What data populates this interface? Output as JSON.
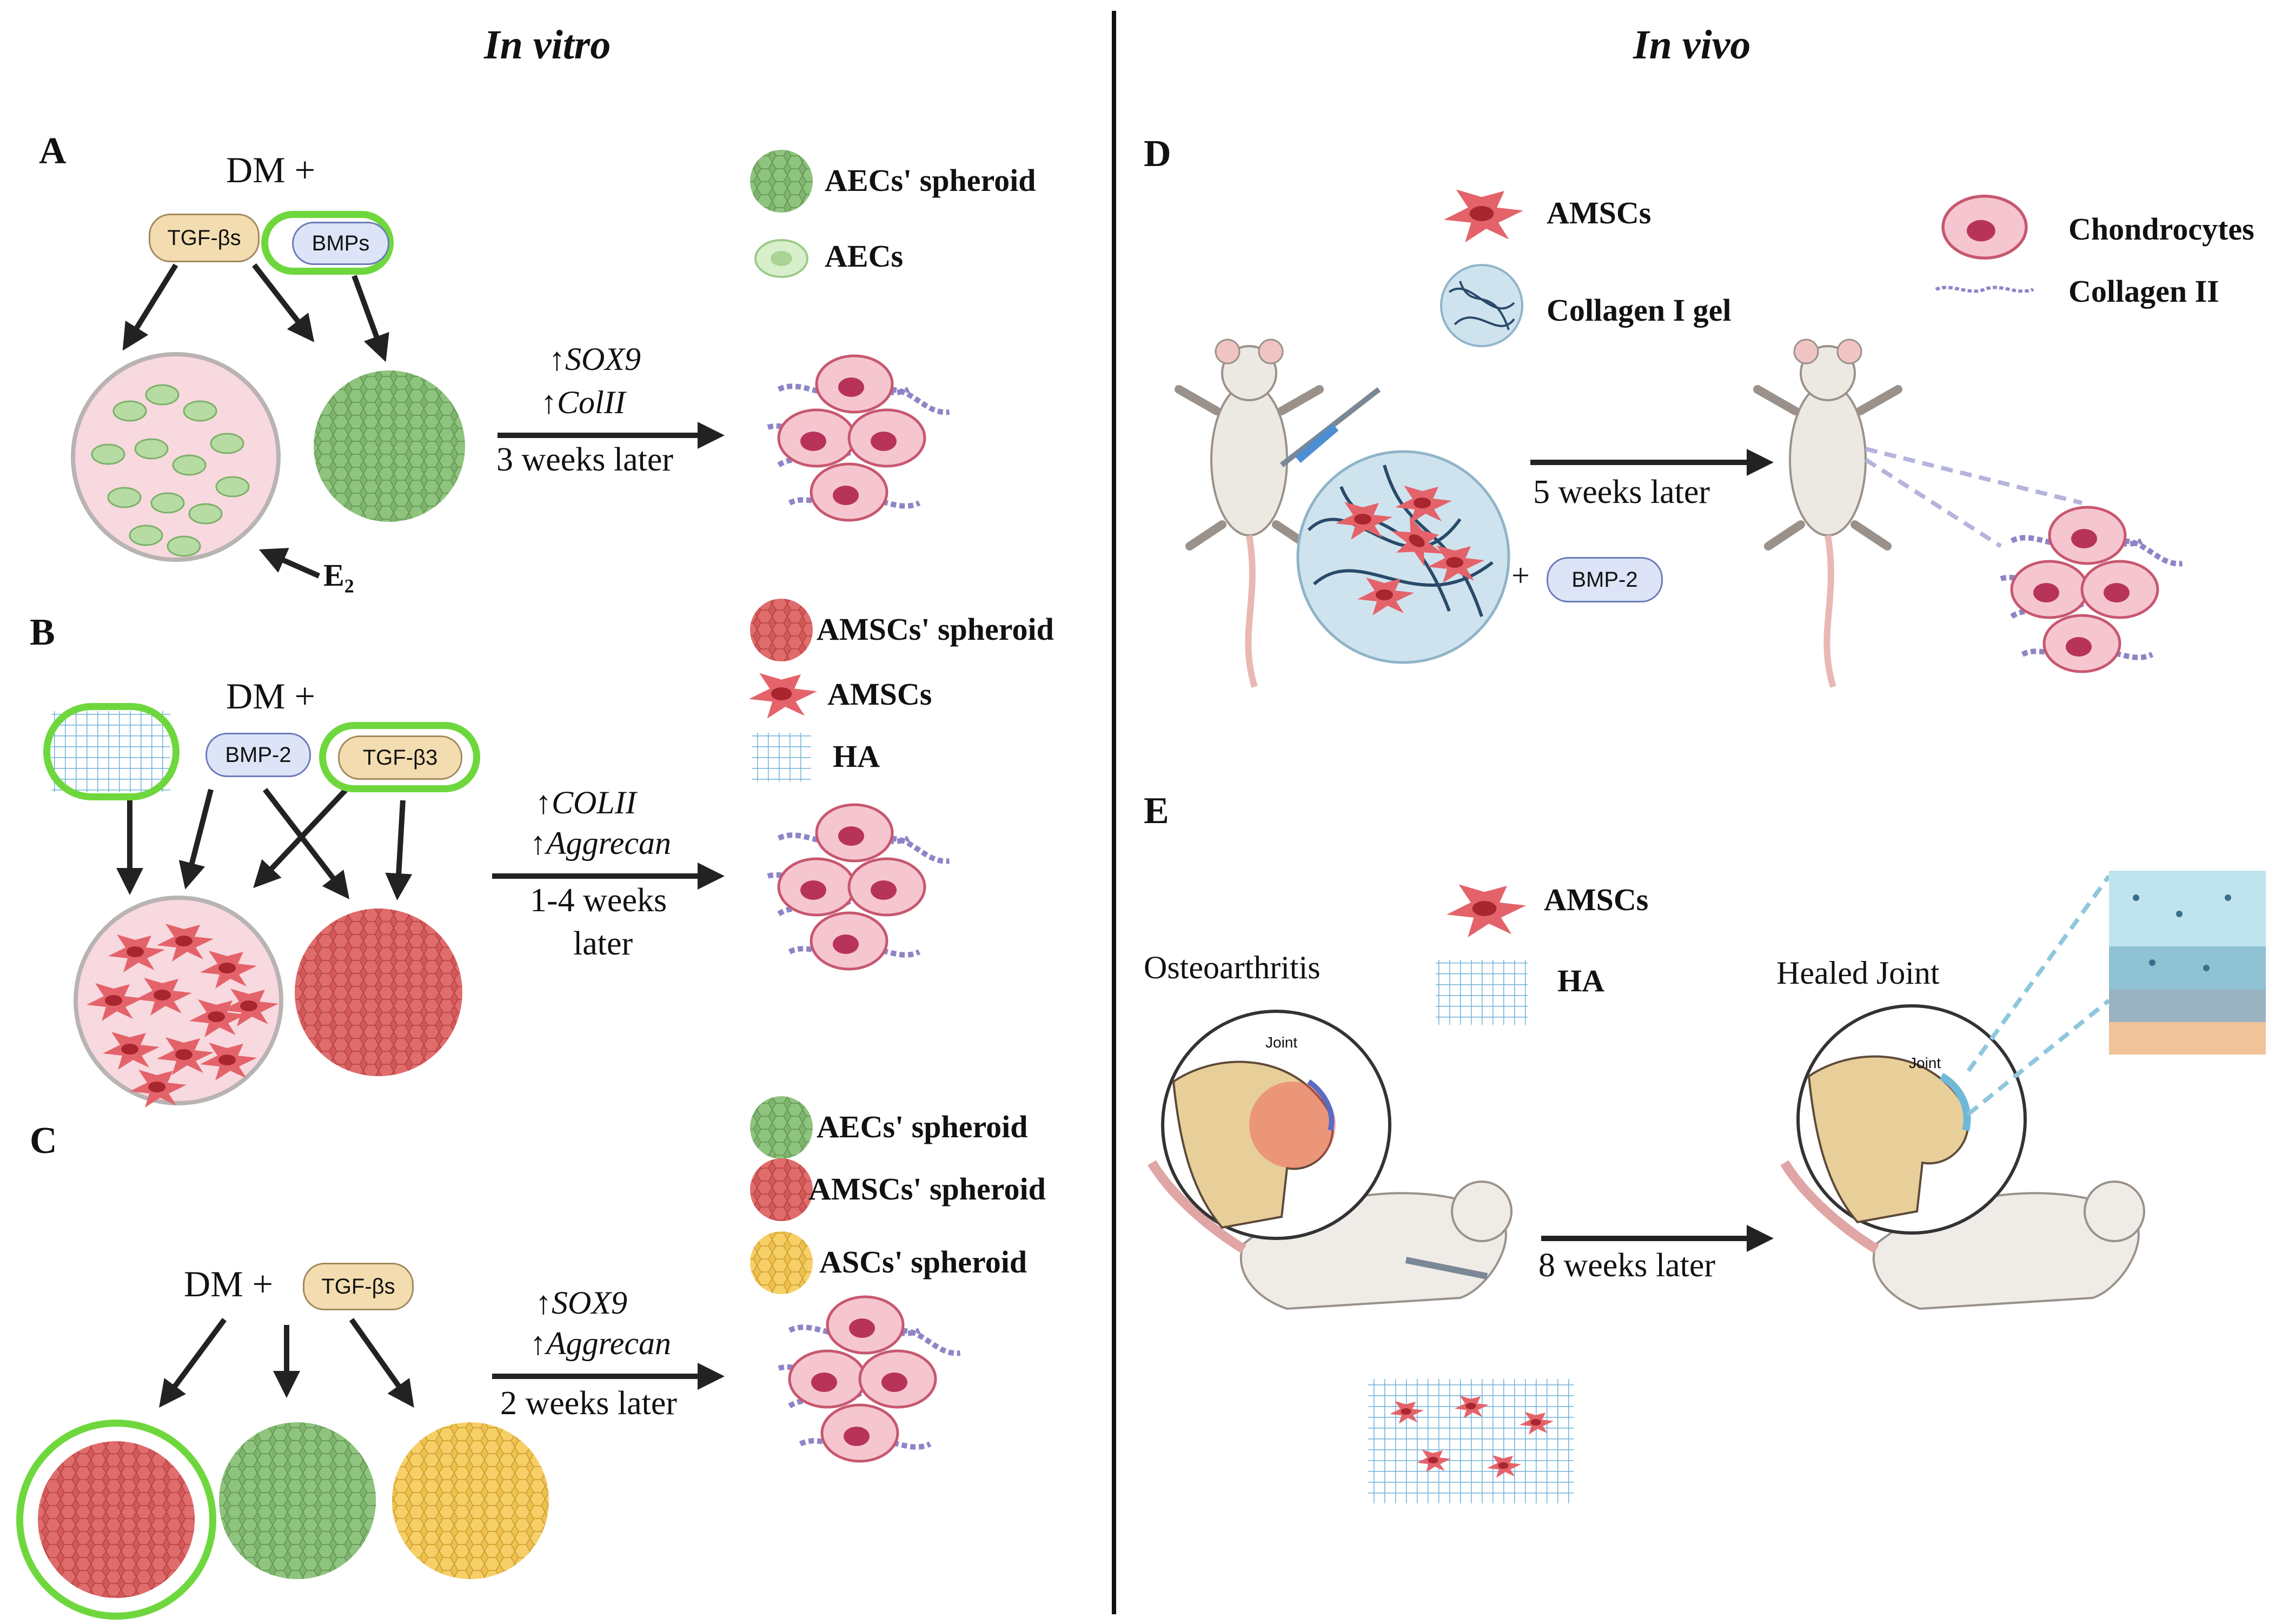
{
  "headers": {
    "in_vitro": "In vitro",
    "in_vivo": "In vivo"
  },
  "panels": {
    "a": "A",
    "b": "B",
    "c": "C",
    "d": "D",
    "e": "E"
  },
  "panel_a": {
    "dm": "DM +",
    "factor1": "TGF-βs",
    "factor2": "BMPs",
    "e2_base": "E",
    "e2_sub": "2",
    "gene1": "SOX9",
    "gene2": "ColII",
    "time": "3 weeks later",
    "legend": [
      "AECs' spheroid",
      "AECs"
    ]
  },
  "panel_b": {
    "dm": "DM +",
    "factor1": "BMP-2",
    "factor2": "TGF-β3",
    "gene1": "COLII",
    "gene2": "Aggrecan",
    "time_line1": "1-4 weeks",
    "time_line2": "later",
    "legend": [
      "AMSCs' spheroid",
      "AMSCs",
      "HA"
    ]
  },
  "panel_c": {
    "dm": "DM +",
    "factor1": "TGF-βs",
    "gene1": "SOX9",
    "gene2": "Aggrecan",
    "time": "2 weeks later",
    "legend": [
      "AECs' spheroid",
      "AMSCs' spheroid",
      "ASCs' spheroid"
    ]
  },
  "panel_d": {
    "legend": [
      "AMSCs",
      "Collagen I gel",
      "Chondrocytes",
      "Collagen II"
    ],
    "plus": "+",
    "factor": "BMP-2",
    "time": "5 weeks later"
  },
  "panel_e": {
    "legend": [
      "AMSCs",
      "HA"
    ],
    "left_caption": "Osteoarthritis",
    "right_caption": "Healed Joint",
    "joint_label": "Joint",
    "time": "8 weeks later"
  },
  "colors": {
    "green_ring": "#6ed73d",
    "aec_green": "#86b97a",
    "amsc_red": "#d95f5f",
    "asc_yellow": "#f2c95a",
    "collagen": "#8f88c4",
    "chondro": "#f2b9c6"
  }
}
